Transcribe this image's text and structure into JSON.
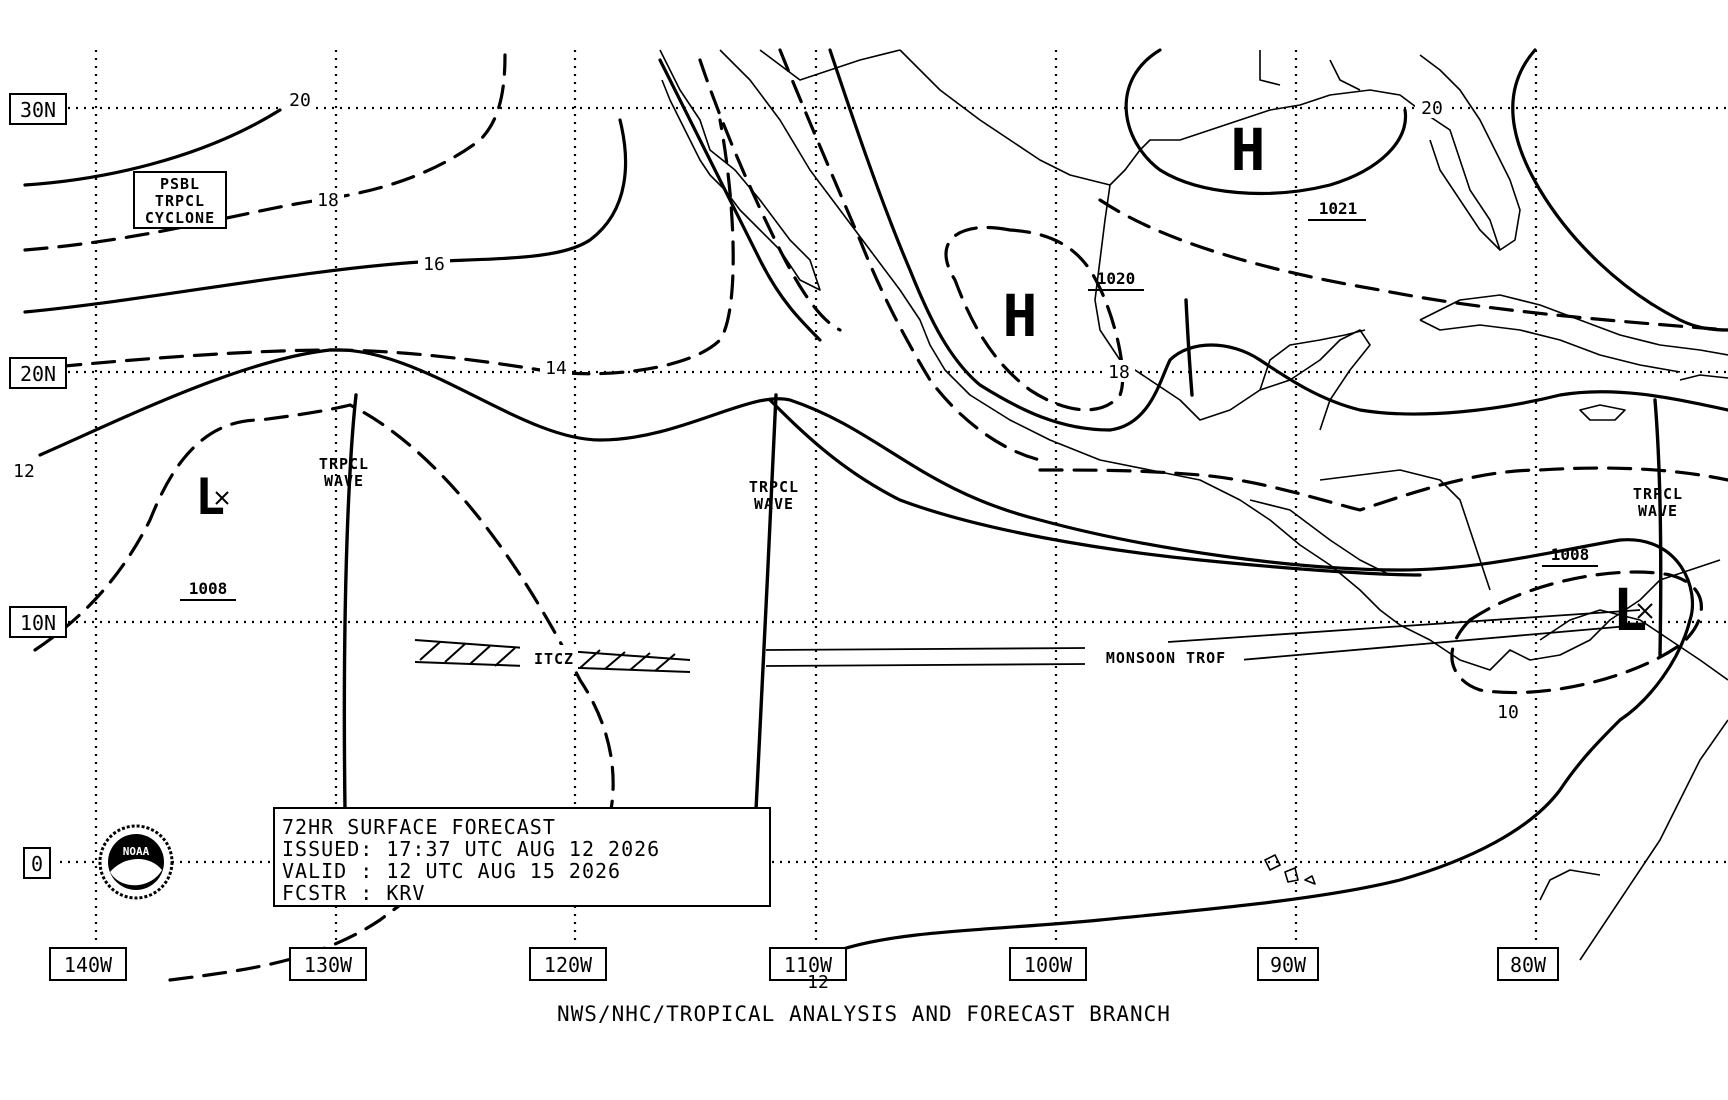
{
  "forecast_box": {
    "line1": "72HR SURFACE FORECAST",
    "line2": "ISSUED: 17:37 UTC AUG 12 2026",
    "line3": "VALID : 12 UTC AUG 15 2026",
    "line4": "FCSTR : KRV"
  },
  "footer": "NWS/NHC/TROPICAL ANALYSIS AND FORECAST BRANCH",
  "lat_labels": [
    "30N",
    "20N",
    "10N",
    "0"
  ],
  "lon_labels": [
    "140W",
    "130W",
    "120W",
    "110W",
    "100W",
    "90W",
    "80W"
  ],
  "psbl_box": [
    "PSBL",
    "TRPCL",
    "CYCLONE"
  ],
  "wave_labels": [
    "TRPCL",
    "WAVE"
  ],
  "itcz_label": "ITCZ",
  "monsoon_label": "MONSOON TROF",
  "pressure_centers": [
    {
      "type": "H",
      "value": "1021"
    },
    {
      "type": "H",
      "value": "1020"
    },
    {
      "type": "L",
      "value": "1008"
    },
    {
      "type": "L",
      "value": "1008"
    }
  ],
  "isobar_labels": [
    "20",
    "18",
    "16",
    "14",
    "12",
    "20",
    "18",
    "10",
    "12"
  ],
  "logo_text": "NOAA"
}
